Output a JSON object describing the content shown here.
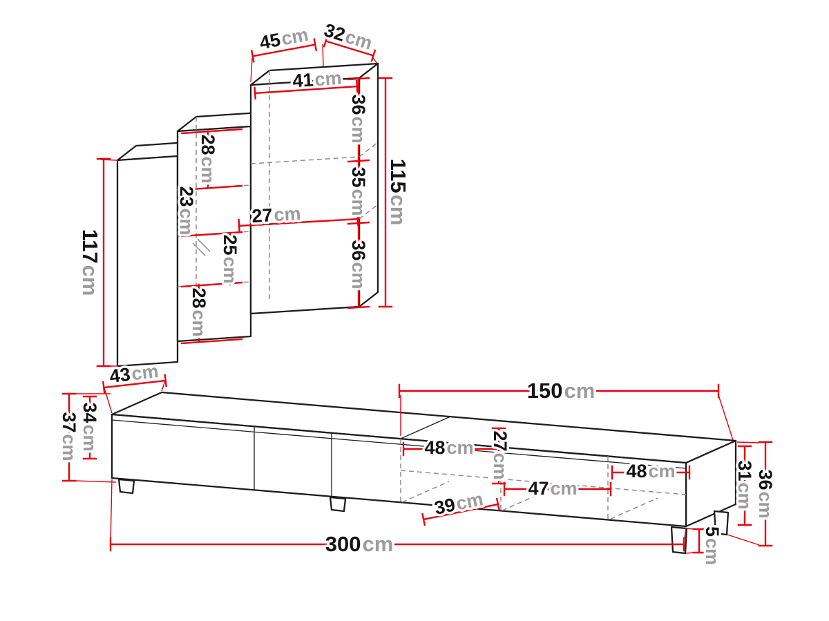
{
  "diagram": {
    "background": "#ffffff",
    "unit": "cm",
    "colors": {
      "outline": "#1d1d1d",
      "hidden_line": "#8c8c8c",
      "dimension": "#e8000e",
      "number_text": "#141414",
      "unit_text": "#9c9c9c"
    }
  },
  "wall_unit": {
    "dims": {
      "top_width": {
        "v": "45",
        "u": "cm"
      },
      "top_depth": {
        "v": "32",
        "u": "cm"
      },
      "inner_top_width": {
        "v": "41",
        "u": "cm"
      },
      "right_segment_top": {
        "v": "36",
        "u": "cm"
      },
      "right_segment_middle": {
        "v": "35",
        "u": "cm"
      },
      "right_segment_bottom": {
        "v": "36",
        "u": "cm"
      },
      "height_right_total": {
        "v": "115",
        "u": "cm"
      },
      "left_segment_1": {
        "v": "28",
        "u": "cm"
      },
      "left_segment_2": {
        "v": "23",
        "u": "cm"
      },
      "left_segment_3": {
        "v": "25",
        "u": "cm"
      },
      "left_segment_4": {
        "v": "28",
        "u": "cm"
      },
      "middle_shelf_width": {
        "v": "27",
        "u": "cm"
      },
      "height_left_total": {
        "v": "117",
        "u": "cm"
      }
    }
  },
  "tv_stand": {
    "dims": {
      "depth": {
        "v": "43",
        "u": "cm"
      },
      "right_section_width": {
        "v": "150",
        "u": "cm"
      },
      "left_height_outer": {
        "v": "37",
        "u": "cm"
      },
      "left_height_inner": {
        "v": "34",
        "u": "cm"
      },
      "inner_width_left": {
        "v": "48",
        "u": "cm"
      },
      "inner_height": {
        "v": "27",
        "u": "cm"
      },
      "inner_width_middle": {
        "v": "47",
        "u": "cm"
      },
      "inner_width_right": {
        "v": "48",
        "u": "cm"
      },
      "inner_depth": {
        "v": "39",
        "u": "cm"
      },
      "total_width": {
        "v": "300",
        "u": "cm"
      },
      "right_height_outer": {
        "v": "36",
        "u": "cm"
      },
      "right_height_inner": {
        "v": "31",
        "u": "cm"
      },
      "leg_height": {
        "v": "5",
        "u": "cm"
      }
    }
  }
}
